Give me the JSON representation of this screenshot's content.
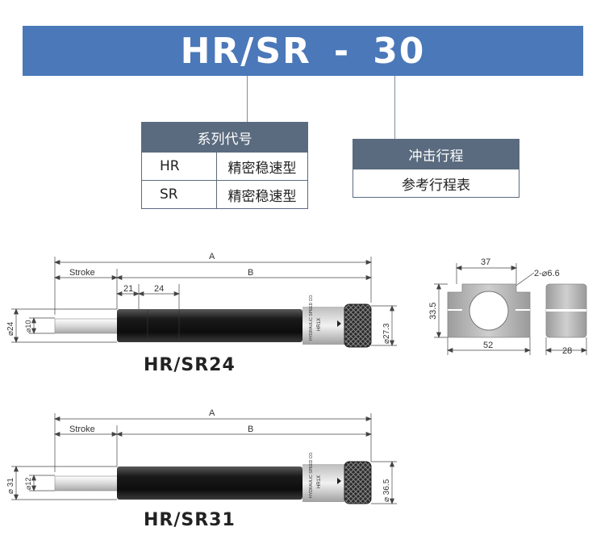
{
  "banner": {
    "model": "HR/SR",
    "separator": "-",
    "stroke": "30"
  },
  "series_table": {
    "header": "系列代号",
    "rows": [
      {
        "code": "HR",
        "desc": "精密稳速型"
      },
      {
        "code": "SR",
        "desc": "精密稳速型"
      }
    ]
  },
  "stroke_table": {
    "header": "冲击行程",
    "row": "参考行程表"
  },
  "drawing24": {
    "model": "HR/SR24",
    "dims": {
      "A": "A",
      "B": "B",
      "stroke": "Stroke",
      "d1": "21",
      "d2": "24",
      "outer_dia": "⌀24",
      "rod_dia": "⌀10",
      "nut_dia": "⌀27.3"
    },
    "label_text": "HYDRAULIC SPEED CO.",
    "label_model": "HR1X"
  },
  "drawing31": {
    "model": "HR/SR31",
    "dims": {
      "A": "A",
      "B": "B",
      "stroke": "Stroke",
      "outer_dia": "⌀ 31",
      "rod_dia": "⌀12",
      "nut_dia": "⌀ 36.5"
    },
    "label_text": "HYDRAULIC SPEED CO.",
    "label_model": "HR1X"
  },
  "bracket": {
    "width_top": "37",
    "holes": "2-⌀6.6",
    "height": "33.5",
    "width": "52",
    "depth": "28"
  }
}
